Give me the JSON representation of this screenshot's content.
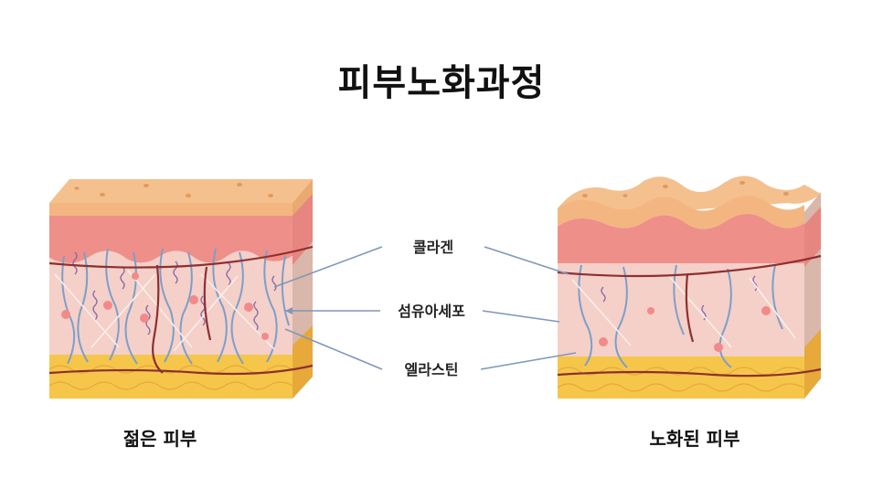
{
  "title": "피부노화과정",
  "labels": {
    "collagen": "콜라겐",
    "fibroblast": "섬유아세포",
    "elastin": "엘라스틴"
  },
  "captions": {
    "young": "젊은 피부",
    "aged": "노화된 피부"
  },
  "colors": {
    "epidermis": "#f4c08e",
    "epidermis_side": "#e9aa72",
    "dermis_top": "#ef8f8a",
    "dermis": "#f4d0c9",
    "fat": "#f6c64a",
    "fat_dark": "#e6a93a",
    "collagen_line": "#7c9fc9",
    "elastin_line": "#8a6aa8",
    "vessel": "#8e2f2f",
    "cell": "#f28a8a"
  }
}
